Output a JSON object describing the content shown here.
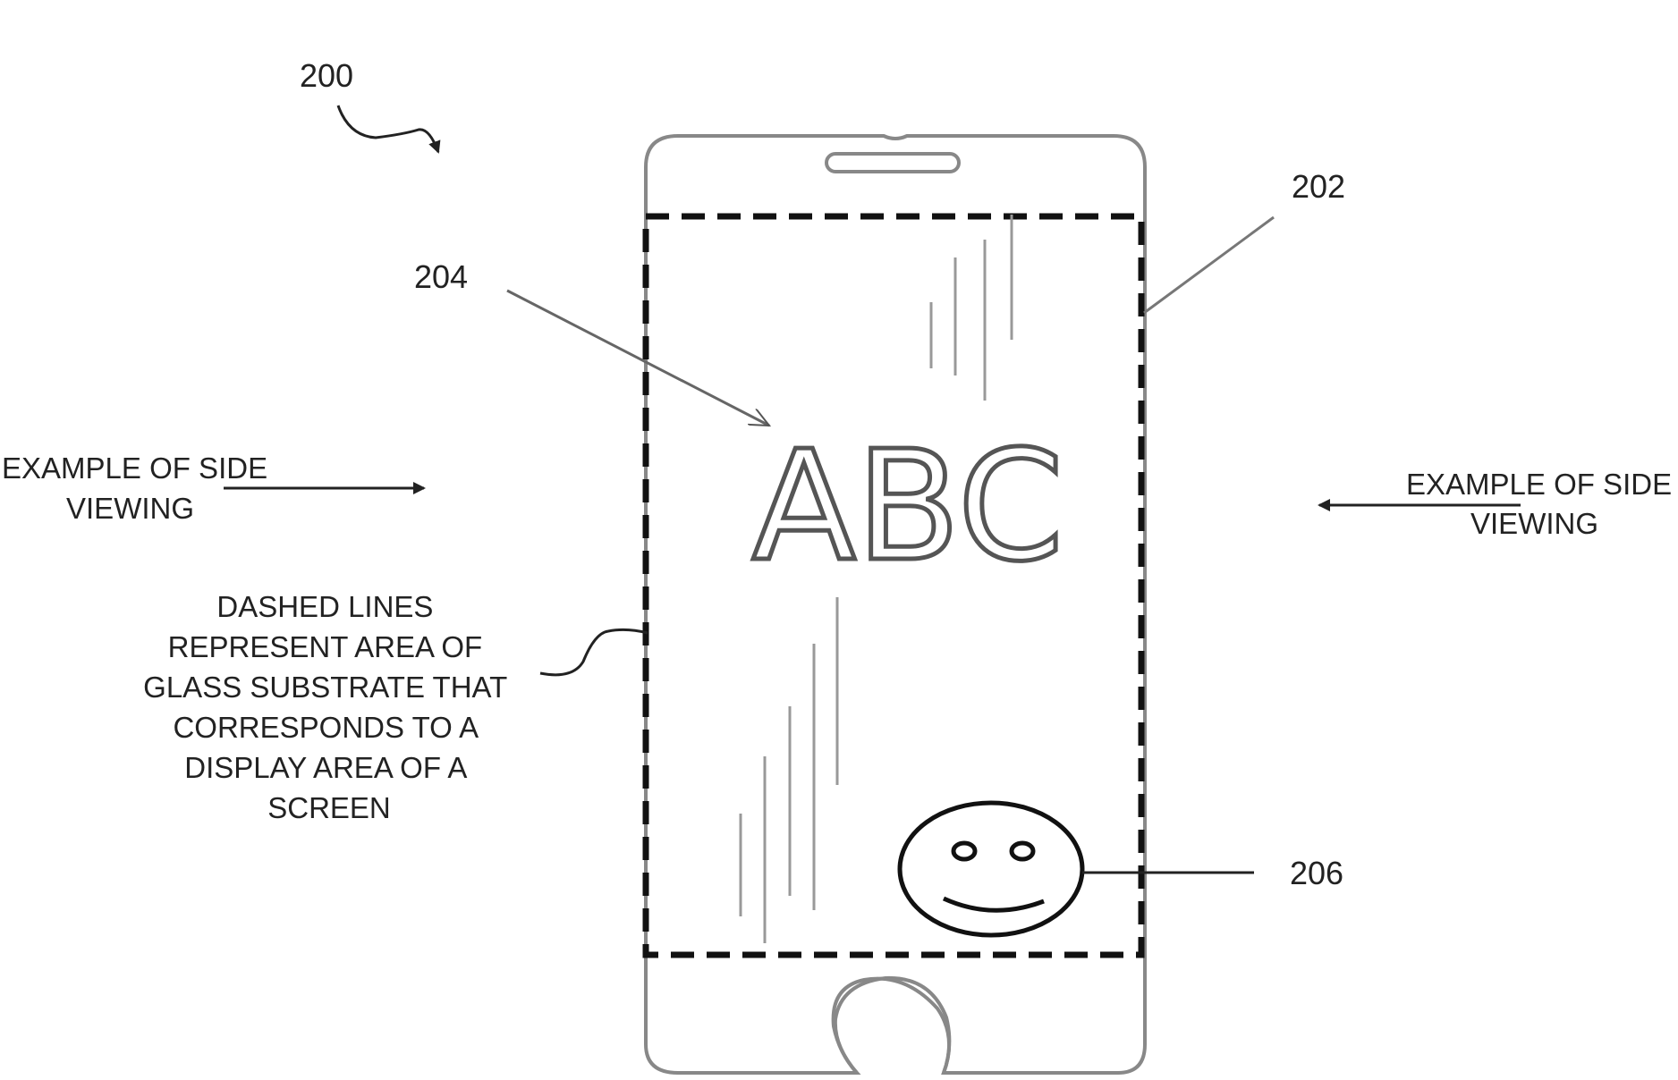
{
  "figure": {
    "ref_device": "200",
    "ref_glass": "202",
    "ref_text": "204",
    "ref_icon": "206"
  },
  "screen": {
    "text": "ABC"
  },
  "captions": {
    "side_left": [
      "EXAMPLE OF SIDE",
      "VIEWING"
    ],
    "side_right": [
      "EXAMPLE OF SIDE",
      "VIEWING"
    ],
    "dashed_note": [
      "DASHED LINES",
      "REPRESENT AREA OF",
      "GLASS SUBSTRATE THAT",
      "CORRESPONDS TO A",
      "DISPLAY AREA OF A",
      "SCREEN"
    ]
  }
}
